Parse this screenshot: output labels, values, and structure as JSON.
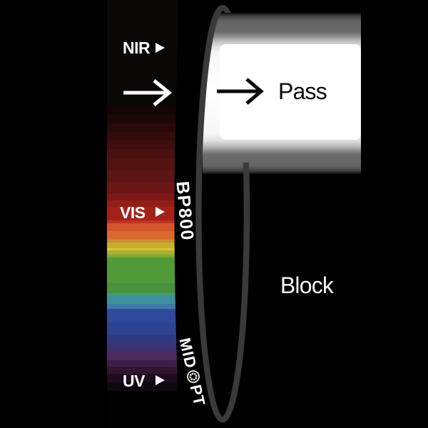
{
  "diagram": {
    "filter": {
      "model": "BP800",
      "brand_full": "MIDOPT",
      "brand_prefix": "MID",
      "brand_suffix": "PT"
    },
    "zones": {
      "nir": "NIR",
      "vis": "VIS",
      "uv": "UV"
    },
    "beam": {
      "pass_label": "Pass",
      "block_label": "Block"
    },
    "colors": {
      "background": "#000000",
      "ring_outline": "#3a3a3a",
      "beam_core": "#ffffff",
      "zone_label_text": "#ffffff",
      "pass_text": "#0a0a0a",
      "block_text": "#fafafa"
    },
    "spectrum_bands": [
      {
        "to": 150,
        "color": "#0a0707"
      },
      {
        "to": 161,
        "color": "#140505"
      },
      {
        "to": 173,
        "color": "#1e0707"
      },
      {
        "to": 185,
        "color": "#290a0a"
      },
      {
        "to": 197,
        "color": "#340c0c"
      },
      {
        "to": 209,
        "color": "#3f0f0f"
      },
      {
        "to": 223,
        "color": "#4a1111"
      },
      {
        "to": 239,
        "color": "#541313"
      },
      {
        "to": 255,
        "color": "#5e1515"
      },
      {
        "to": 271,
        "color": "#6b1717"
      },
      {
        "to": 281,
        "color": "#7c1916"
      },
      {
        "to": 290,
        "color": "#911e17"
      },
      {
        "to": 309,
        "color": "#a42119"
      },
      {
        "to": 313,
        "color": "#bf3222"
      },
      {
        "to": 324,
        "color": "#d4552c"
      },
      {
        "to": 336,
        "color": "#db6a30"
      },
      {
        "to": 340,
        "color": "#cd8f33"
      },
      {
        "to": 348,
        "color": "#c8ad2f"
      },
      {
        "to": 351,
        "color": "#d6c431"
      },
      {
        "to": 357,
        "color": "#a9b134"
      },
      {
        "to": 361,
        "color": "#7fa934"
      },
      {
        "to": 397,
        "color": "#529a37"
      },
      {
        "to": 411,
        "color": "#489140"
      },
      {
        "to": 414,
        "color": "#3da263"
      },
      {
        "to": 426,
        "color": "#40909f"
      },
      {
        "to": 433,
        "color": "#3d7ea9"
      },
      {
        "to": 452,
        "color": "#31499c"
      },
      {
        "to": 470,
        "color": "#2d4290"
      },
      {
        "to": 481,
        "color": "#2e3a7e"
      },
      {
        "to": 492,
        "color": "#3a3273"
      },
      {
        "to": 505,
        "color": "#4a2a5f"
      },
      {
        "to": 514,
        "color": "#3f1d49"
      },
      {
        "to": 524,
        "color": "#30162f"
      },
      {
        "to": 536,
        "color": "#1c0d1e"
      },
      {
        "to": 548,
        "color": "#0e070f"
      },
      {
        "to": 600,
        "color": "#020102"
      }
    ]
  }
}
